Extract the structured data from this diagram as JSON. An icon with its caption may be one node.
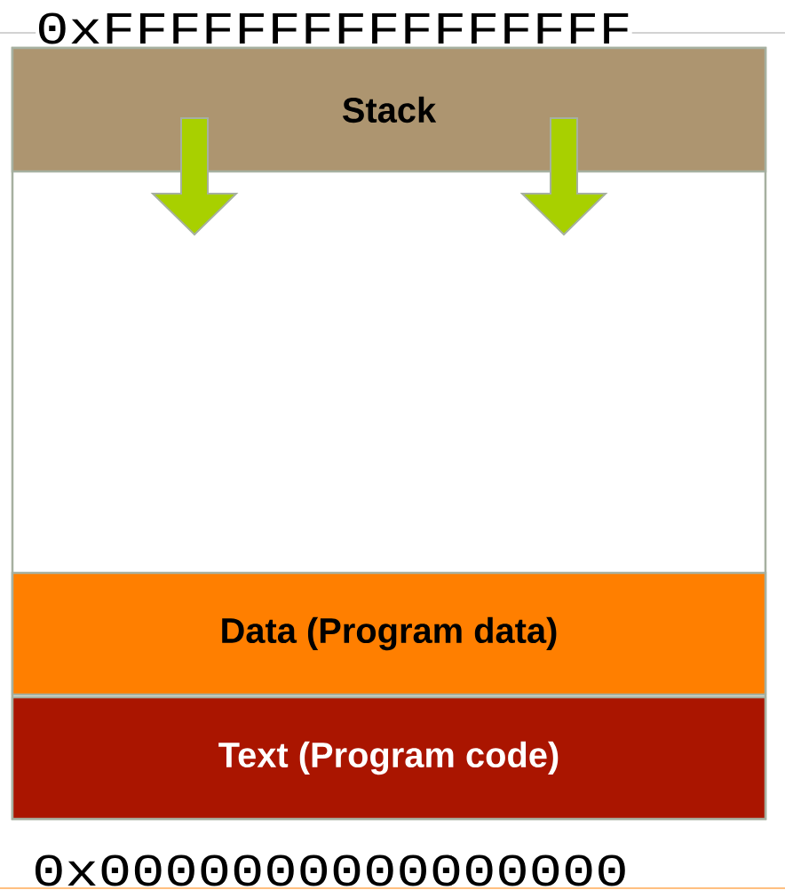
{
  "diagram": {
    "nodes": [
      {
        "text": [],
        "shape": "box"
      },
      {
        "text": [
          "Stack"
        ],
        "in": 0
      },
      {
        "text": [
          "Data (Program data)"
        ],
        "in": 0
      },
      {
        "text": [
          "Text (Program code)"
        ],
        "in": 0
      }
    ],
    "labels": [
      "0xFFFFFFFFFFFFFFFF",
      "0x0000000000000000"
    ]
  }
}
